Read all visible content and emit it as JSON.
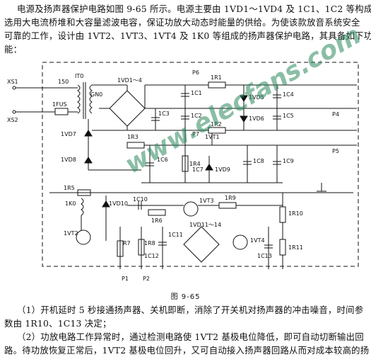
{
  "intro": {
    "line1": "电源及扬声器保护电路如图 9-65 所示。电源主要由 1VD1～1VD4 及 1C1、1C2 等构成。",
    "line2": "选用大电流桥堆和大容量滤波电容，保证功放大动态时能量的供给。为使该款放音系统安全",
    "line3": "可靠的工作，设计由 1VT2、1VT3、1VT4 及 1K0 等组成的扬声器保护电路，其具备如下功",
    "line4": "能："
  },
  "figure": {
    "caption": "图 9-65",
    "watermark": "www.elecfans.com",
    "labels": {
      "xs1": "XS1",
      "xs2": "XS2",
      "v150": "150",
      "fuse": "1FUS",
      "it0": "IT0",
      "gnd": "GN0",
      "vd14": "1VD1～4",
      "c3": "1C3",
      "p6": "P6",
      "c1": "1C1",
      "c2": "1C2",
      "r1": "1R1",
      "r2": "1R2",
      "vd5": "1VD5",
      "vd6": "1VD6",
      "c4": "1C4",
      "c5": "1C5",
      "p4": "P4",
      "p7": "P7",
      "r3": "1R3",
      "vt1": "1VT1",
      "p5": "P5",
      "r4": "1R4",
      "c6": "1C6",
      "c7": "1C7",
      "vd9": "1VD9",
      "c8": "1C8",
      "c9": "1C9",
      "vd7": "1VD7",
      "vd8": "1VD8",
      "r5": "1R5",
      "k0": "1K0",
      "vd10": "1VD10",
      "c10": "1C10",
      "r6": "1R6",
      "vt3": "1VT3",
      "r9": "1R9",
      "r10": "1R10",
      "vt2": "1VT2",
      "c11": "1C11",
      "vd1114": "1VD11～14",
      "vt4": "1VT4",
      "r7": "R7",
      "r8": "1R8",
      "c12": "1C12",
      "c13": "1C13",
      "r11": "1R11",
      "p1": "P1",
      "p2": "P2"
    }
  },
  "note1": {
    "line1": "（1）开机延时 5 秒接通扬声器、关机即断，消除了开关机对扬声器的冲击噪音，时间参",
    "line2": "数由 1R10、1C13 决定；"
  },
  "note2": {
    "line1": "（2）功放电路工作异常时，通过检测电路使 1VT2 基极电位降低，即可自动切断输出回",
    "line2": "路。待功放恢复正常后，1VT2 基极电位回升，又可自动接入扬声器回路从而对成本较高的扬"
  }
}
